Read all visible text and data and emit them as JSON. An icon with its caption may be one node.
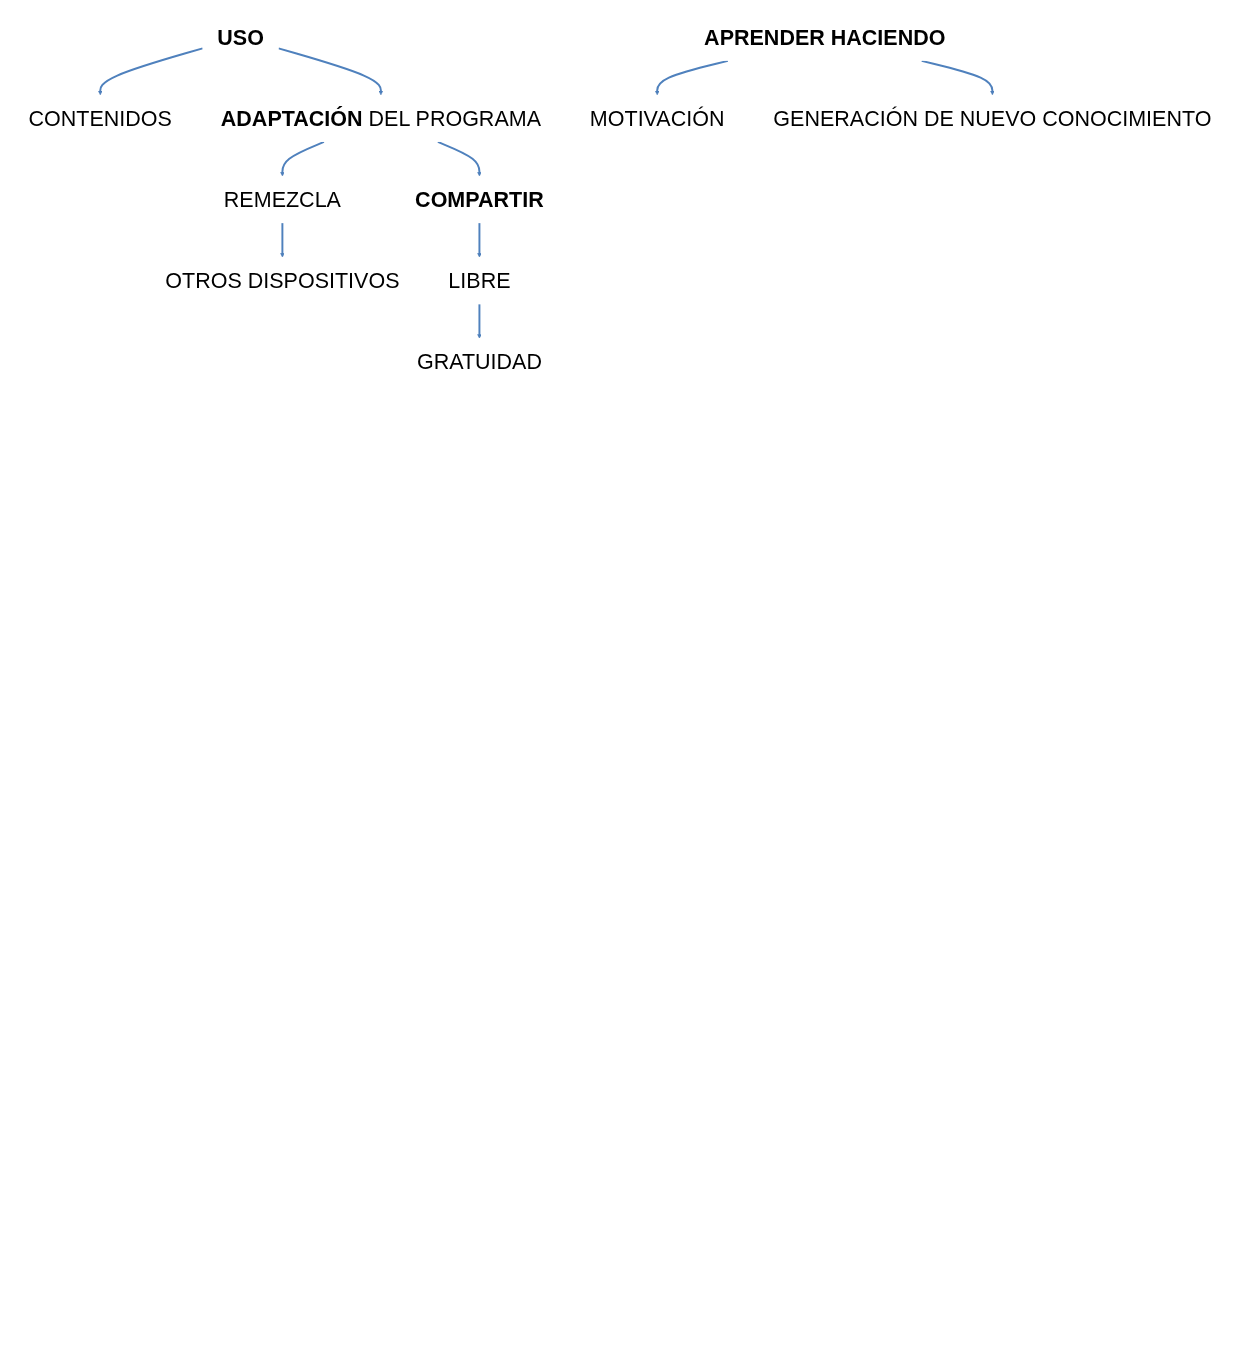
{
  "diagram": {
    "nodes": [
      {
        "text": [
          "USO"
        ]
      },
      {
        "text": [
          "CONTENIDOS"
        ]
      },
      {
        "text": [
          "**ADAPTACIÓN** DEL PROGRAMA"
        ]
      },
      {
        "text": [
          "REMEZCLA"
        ]
      },
      {
        "text": [
          "OTROS DISPOSITIVOS"
        ]
      },
      {
        "text": [
          "COMPARTIR"
        ]
      },
      {
        "text": [
          "LIBRE"
        ]
      },
      {
        "text": [
          "GRATUIDAD"
        ]
      },
      {
        "text": [
          "APRENDER HACIENDO"
        ]
      },
      {
        "text": [
          "MOTIVACIÓN"
        ]
      },
      {
        "text": [
          "GENERACIÓN DE NUEVO CONOCIMIENTO"
        ]
      }
    ],
    "edges": [
      {
        "from": 0,
        "to": 1,
        "arrow": "to"
      },
      {
        "from": 0,
        "to": 2,
        "arrow": "to"
      },
      {
        "from": 2,
        "to": 3,
        "arrow": "to"
      },
      {
        "from": 3,
        "to": 4,
        "arrow": "to"
      },
      {
        "from": 2,
        "to": 5,
        "arrow": "to"
      },
      {
        "from": 5,
        "to": 6,
        "arrow": "to"
      },
      {
        "from": 6,
        "to": 7,
        "arrow": "to"
      },
      {
        "from": 8,
        "to": 9,
        "arrow": "to"
      },
      {
        "from": 8,
        "to": 10,
        "arrow": "to"
      }
    ]
  }
}
